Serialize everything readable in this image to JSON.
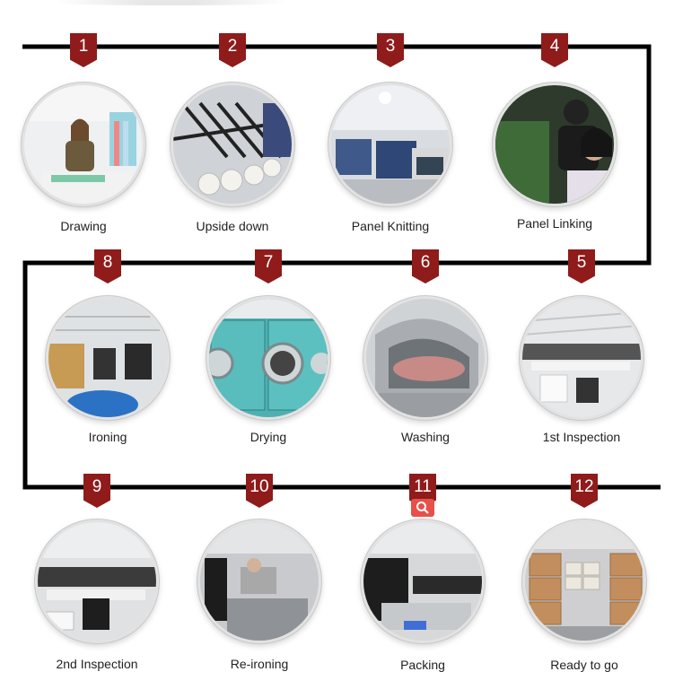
{
  "steps": [
    {
      "number": "1",
      "label": "Drawing",
      "photo": "designer-drawing-photo"
    },
    {
      "number": "2",
      "label": "Upside down",
      "photo": "yarn-spools-photo"
    },
    {
      "number": "3",
      "label": "Panel Knitting",
      "photo": "knitting-machines-photo"
    },
    {
      "number": "4",
      "label": "Panel Linking",
      "photo": "workers-linking-photo"
    },
    {
      "number": "5",
      "label": "1st Inspection",
      "photo": "inspection-hall-photo"
    },
    {
      "number": "6",
      "label": "Washing",
      "photo": "washing-machine-photo"
    },
    {
      "number": "7",
      "label": "Drying",
      "photo": "industrial-dryers-photo"
    },
    {
      "number": "8",
      "label": "Ironing",
      "photo": "ironing-workers-photo"
    },
    {
      "number": "9",
      "label": "2nd Inspection",
      "photo": "second-inspection-photo"
    },
    {
      "number": "10",
      "label": "Re-ironing",
      "photo": "re-ironing-photo"
    },
    {
      "number": "11",
      "label": "Packing",
      "photo": "packing-photo"
    },
    {
      "number": "12",
      "label": "Ready to go",
      "photo": "cartons-warehouse-photo"
    }
  ],
  "colors": {
    "badge": "#8f1b1b",
    "line": "#000000",
    "search_badge": "#e8504a"
  },
  "search_overlay_icon": "search-icon"
}
